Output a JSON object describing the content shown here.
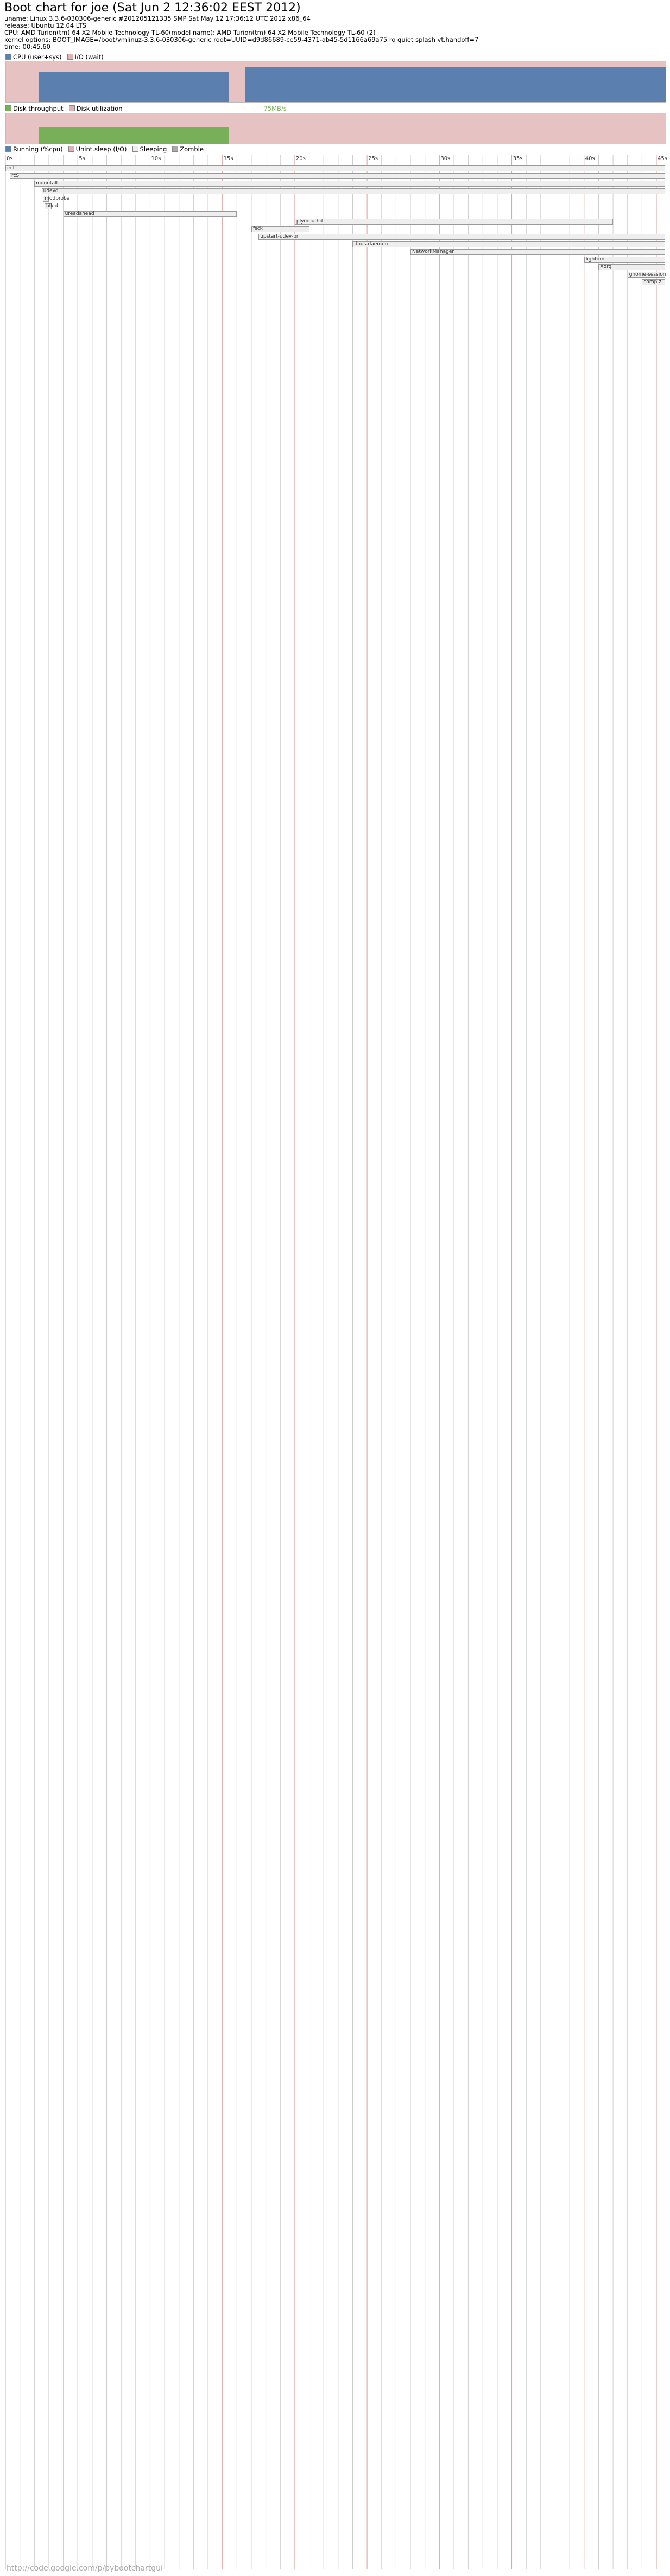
{
  "header": {
    "title": "Boot chart for joe (Sat Jun  2 12:36:02 EEST 2012)",
    "uname": "uname: Linux 3.3.6-030306-generic #201205121335 SMP Sat May 12 17:36:12 UTC 2012 x86_64",
    "release": "release: Ubuntu 12.04 LTS",
    "cpu": "CPU: AMD Turion(tm) 64 X2 Mobile Technology TL-60(model name): AMD Turion(tm) 64 X2 Mobile Technology TL-60 (2)",
    "kernel_options": "kernel options: BOOT_IMAGE=/boot/vmlinuz-3.3.6-030306-generic root=UUID=d9d86689-ce59-4371-ab45-5d1166a69a75 ro quiet splash vt.handoff=7",
    "time": "time: 00:45.60"
  },
  "cpu_legend": {
    "user": "CPU (user+sys)",
    "iowait": "I/O (wait)"
  },
  "disk_legend": {
    "throughput": "Disk throughput",
    "utilization": "Disk utilization",
    "peak": "75MB/s"
  },
  "proc_legend": {
    "running": "Running (%cpu)",
    "unint": "Unint.sleep (I/O)",
    "sleeping": "Sleeping",
    "zombie": "Zombie"
  },
  "time_axis": [
    "0s",
    "5s",
    "10s",
    "15s",
    "20s",
    "25s",
    "30s",
    "35s",
    "40s",
    "45s"
  ],
  "colors": {
    "cpu": "#5b7fae",
    "io": "#e0b3b3",
    "disk_util": "#e0b3b3",
    "disk_tp": "#78b05a",
    "proc_bg": "#eeeeee",
    "grid": "#cccccc",
    "grid_major": "#e0a0a0"
  },
  "processes": [
    {
      "name": "init",
      "start": 0.0,
      "end": 45.6
    },
    {
      "name": "rcS",
      "start": 0.3,
      "end": 45.6
    },
    {
      "name": "mountall",
      "start": 2.0,
      "end": 45.6
    },
    {
      "name": "udevd",
      "start": 2.5,
      "end": 45.6
    },
    {
      "name": "modprobe",
      "start": 2.6,
      "end": 3.0
    },
    {
      "name": "blkid",
      "start": 2.7,
      "end": 3.2
    },
    {
      "name": "ureadahead",
      "start": 4.0,
      "end": 16.0
    },
    {
      "name": "plymouthd",
      "start": 20.0,
      "end": 42.0
    },
    {
      "name": "fsck",
      "start": 17.0,
      "end": 21.0
    },
    {
      "name": "upstart-udev-br",
      "start": 17.5,
      "end": 45.6
    },
    {
      "name": "dbus-daemon",
      "start": 24.0,
      "end": 45.6
    },
    {
      "name": "NetworkManager",
      "start": 28.0,
      "end": 45.6
    },
    {
      "name": "lightdm",
      "start": 40.0,
      "end": 45.6
    },
    {
      "name": "Xorg",
      "start": 41.0,
      "end": 45.6
    },
    {
      "name": "gnome-session",
      "start": 43.0,
      "end": 45.6
    },
    {
      "name": "compiz",
      "start": 44.0,
      "end": 45.6
    }
  ],
  "footer": {
    "url": "http://code.google.com/p/pybootchartgui"
  }
}
